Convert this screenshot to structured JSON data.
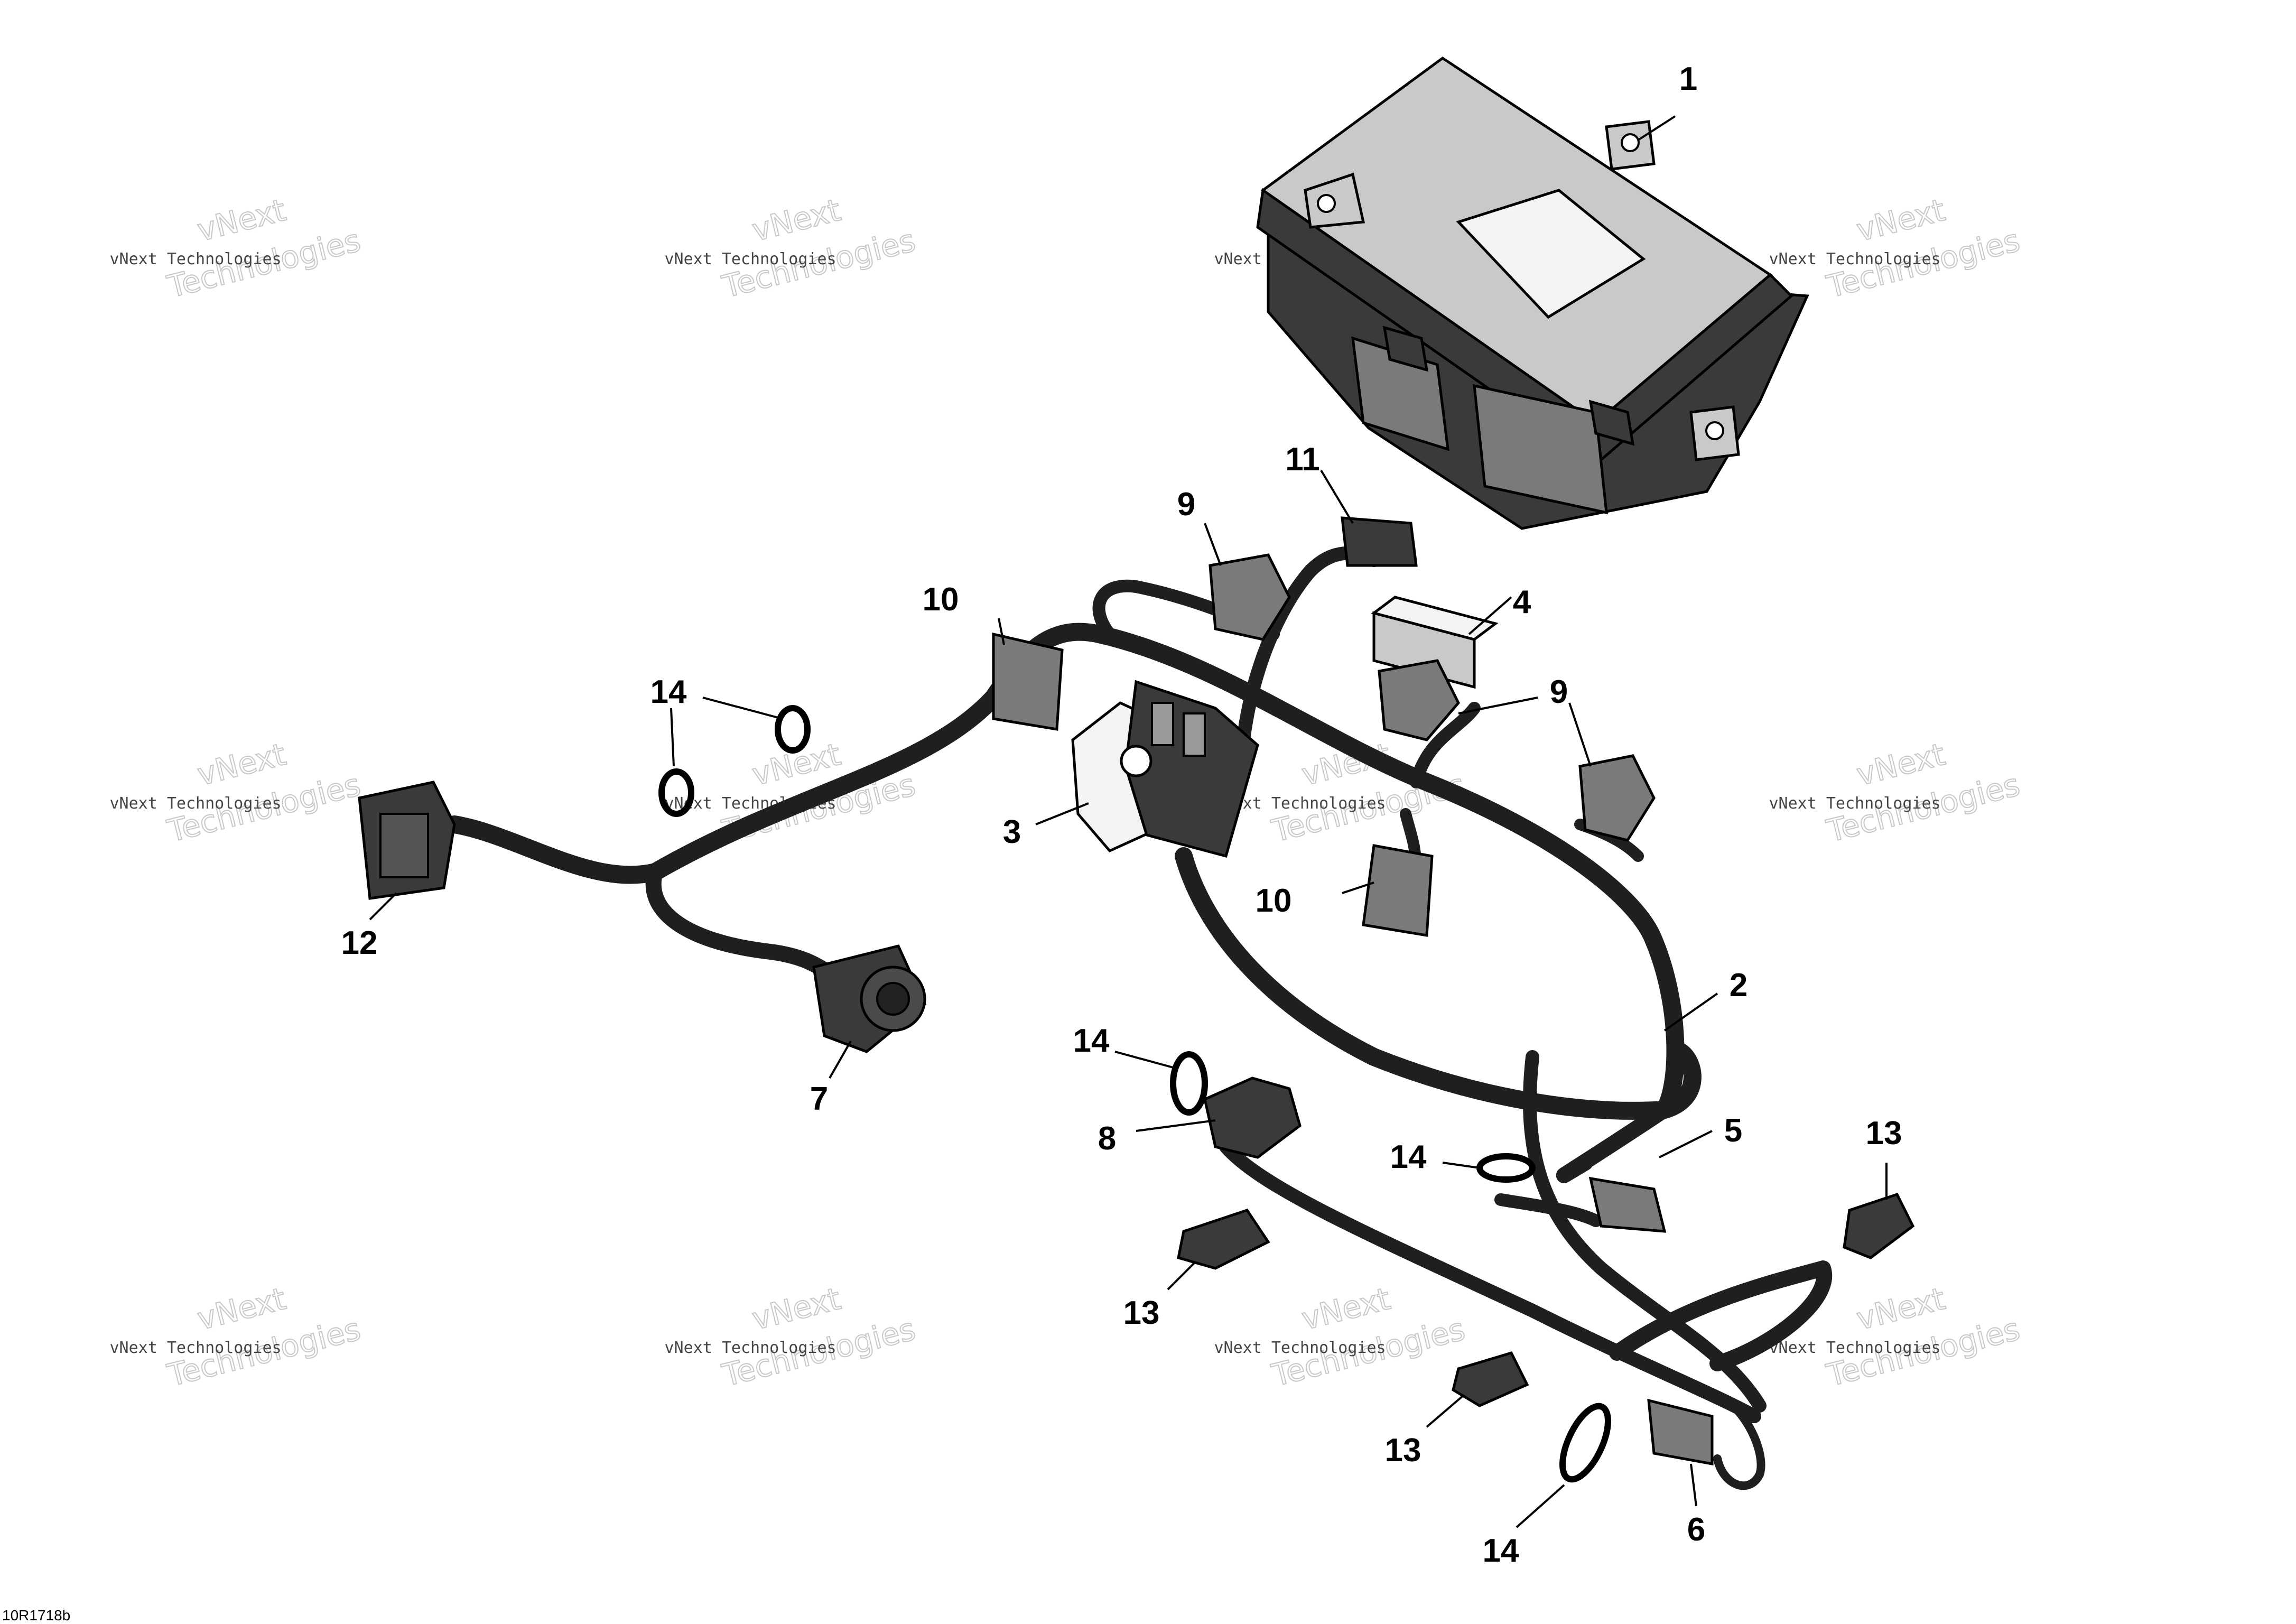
{
  "drawing_ref": "10R1718b",
  "watermark": {
    "line1": "vNext Technologies",
    "line2": "vNext",
    "line3": "Technologies"
  },
  "callouts": [
    "1",
    "2",
    "3",
    "4",
    "5",
    "6",
    "7",
    "8",
    "9",
    "9",
    "10",
    "10",
    "11",
    "12",
    "13",
    "13",
    "13",
    "14",
    "14",
    "14",
    "14"
  ]
}
